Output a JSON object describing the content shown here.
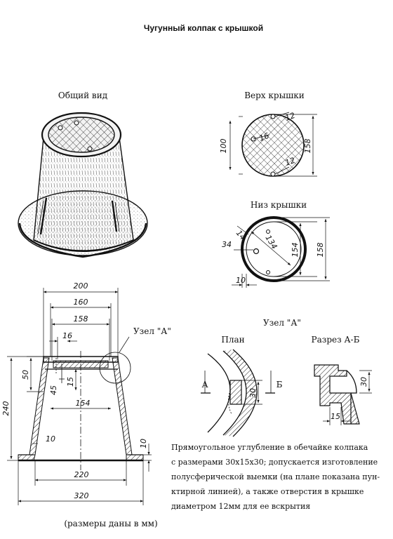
{
  "title": "Чугунный колпак с крышкой",
  "views": {
    "general": "Общий вид",
    "top": "Верх крышки",
    "bottom": "Низ крышки",
    "node": "Узел \"А\"",
    "plan": "План",
    "section": "Разрез А-Б"
  },
  "top_lid_dims": {
    "d1": "12",
    "d2": "16",
    "d3": "12",
    "width": "100",
    "diameter": "158"
  },
  "bottom_lid_dims": {
    "rim": "14",
    "hole": "34",
    "inner": "134",
    "d1": "154",
    "d2": "158",
    "edge": "10"
  },
  "section_dims": {
    "w200": "200",
    "w160": "160",
    "w158": "158",
    "w16": "16",
    "node_label": "Узел \"А\"",
    "h50": "50",
    "h15": "15",
    "w45": "45",
    "w154": "154",
    "h240": "240",
    "w10a": "10",
    "w10b": "10",
    "w220": "220",
    "w320": "320"
  },
  "node_dims": {
    "letter_a": "А",
    "letter_b": "Б",
    "h30a": "30",
    "h30b": "30",
    "w15": "15"
  },
  "note": [
    "Прямоугольное углубление в обечайке колпака",
    "с размерами 30x15x30; допускается изготовление",
    "полусферической выемки (на плане показана пун-",
    "ктирной линией), а также отверстия в крышке",
    "диаметром 12мм для ее вскрытия"
  ],
  "caption": "(размеры даны в мм)"
}
